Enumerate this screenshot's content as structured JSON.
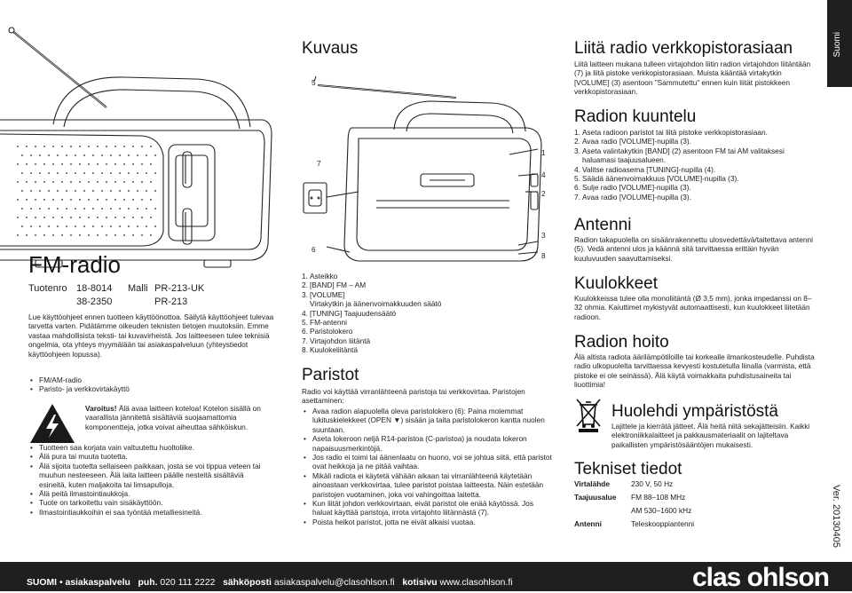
{
  "lang_tab": "Suomi",
  "left": {
    "title": "FM-radio",
    "product": {
      "prefix": "Tuotenro",
      "nums": [
        "18-8014",
        "38-2350"
      ],
      "model_label": "Malli",
      "models": [
        "PR-213-UK",
        "PR-213"
      ]
    },
    "intro": "Lue käyttöohjeet ennen tuotteen käyttöönottoa. Säilytä käyttöohjeet tulevaa tarvetta varten. Pidätämme oikeuden teknisten tietojen muutoksiin. Emme vastaa mahdollisista teksti- tai kuvavirheistä. Jos laitteeseen tulee teknisiä ongelmia, ota yhteys myymälään tai asiakaspalveluun (yhteystiedot käyttöohjeen lopussa).",
    "bullets1": [
      "FM/AM-radio",
      "Paristo- ja verkkovirtakäyttö"
    ],
    "warning_bold": "Varoitus!",
    "warning_text": " Älä avaa laitteen koteloa! Kotelon sisällä on vaarallista jännitettä sisältäviä suojaamattomia komponentteja, jotka voivat aiheuttaa sähköiskun.",
    "bullets2": [
      "Tuotteen saa korjata vain valtuutettu huoltoliike.",
      "Älä pura tai muuta tuotetta.",
      "Älä sijoita tuotetta sellaiseen paikkaan, josta se voi tippua veteen tai muuhun nesteeseen. Älä laita laitteen päälle nesteitä sisältäviä esineitä, kuten maljakoita tai limsapulloja.",
      "Älä peitä ilmastointiaukkoja.",
      "Tuote on tarkoitettu vain sisäkäyttöön.",
      "Ilmastointiaukkoihin ei saa työntää metalliesineitä."
    ]
  },
  "middle": {
    "title": "Kuvaus",
    "callouts": {
      "c1": "1",
      "c2": "2",
      "c3": "3",
      "c4": "4",
      "c5": "5",
      "c6": "6",
      "c7": "7",
      "c8": "8"
    },
    "parts": [
      {
        "n": "1.",
        "t": "Asteikko"
      },
      {
        "n": "2.",
        "t": "[BAND] FM – AM"
      },
      {
        "n": "3.",
        "t": "[VOLUME]"
      },
      {
        "n": "",
        "t": "Virtakytkin ja äänenvoimakkuuden säätö"
      },
      {
        "n": "4.",
        "t": "[TUNING] Taajuudensäätö"
      },
      {
        "n": "5.",
        "t": "FM-antenni"
      },
      {
        "n": "6.",
        "t": "Paristolokero"
      },
      {
        "n": "7.",
        "t": "Virtajohdon liitäntä"
      },
      {
        "n": "8.",
        "t": "Kuulokeliitäntä"
      }
    ],
    "batt_title": "Paristot",
    "batt_intro": "Radio voi käyttää virranlähteenä paristoja tai verkkovirtaa. Paristojen asettaminen:",
    "batt_bullets": [
      "Avaa radion alapuolella oleva paristolokero (6): Paina molemmat lukituskielekkeet (OPEN ▼) sisään ja taita paristolokeron kantta nuolen suuntaan.",
      "Aseta lokeroon neljä R14-paristoa (C-paristoa) ja noudata lokeron napaisuusmerkintöjä.",
      "Jos radio ei toimi tai äänenlaatu on huono, voi se johtua siitä, että paristot ovat heikkoja ja ne pitää vaihtaa.",
      "Mikäli radiota ei käytetä vähään aikaan tai virranlähteenä käytetään ainoastaan verkkovirtaa, tulee paristot poistaa laitteesta. Näin estetään paristojen vuotaminen, joka voi vahingoittaa laitetta.",
      "Kun liität johdon verkkovirtaan, eivät paristot ole enää käytössä. Jos haluat käyttää paristoja, irrota virtajohto liitännästä (7).",
      "Poista heikot paristot, jotta ne eivät alkaisi vuotaa."
    ]
  },
  "right": {
    "mains_title": "Liitä radio verkkopistorasiaan",
    "mains_text": "Liitä laitteen mukana tulleen virtajohdon liitin radion virtajohdon liitäntään (7) ja liitä pistoke verkkopistorasiaan. Muista kääntää virtakytkin [VOLUME] (3) asentoon ”Sammutettu” ennen kuin liität pistokkeen verkkopistorasiaan.",
    "listen_title": "Radion kuuntelu",
    "listen_steps": [
      {
        "n": "1.",
        "t": "Aseta radioon paristot tai liitä pistoke verkkopistorasiaan."
      },
      {
        "n": "2.",
        "t": "Avaa radio [VOLUME]-nupilla (3)."
      },
      {
        "n": "3.",
        "t": "Aseta valintakytkin [BAND] (2) asentoon FM tai AM valitaksesi haluamasi taajuusalueen."
      },
      {
        "n": "4.",
        "t": "Valitse radioasema [TUNING]-nupilla (4)."
      },
      {
        "n": "5.",
        "t": "Säädä äänenvoimakkuus [VOLUME]-nupilla (3)."
      },
      {
        "n": "6.",
        "t": "Sulje radio [VOLUME]-nupilla (3)."
      },
      {
        "n": "7.",
        "t": "Avaa radio [VOLUME]-nupilla (3)."
      }
    ],
    "antenna_title": "Antenni",
    "antenna_text": "Radion takapuolella on sisäänrakennettu ulosvedettävä/taitettava antenni (5). Vedä antenni ulos ja käännä sitä tarvittaessa erittäin hyvän kuuluvuuden saavuttamiseksi.",
    "phones_title": "Kuulokkeet",
    "phones_text": "Kuulokkeissa tulee olla monoliitäntä (Ø 3,5 mm), jonka impedanssi on 8–32 ohmia. Kaiuttimet mykistyvät automaattisesti, kun kuulokkeet liitetään radioon.",
    "care_title": "Radion hoito",
    "care_text": "Älä altista radiota äärilämpötiloille tai korkealle ilmankosteudelle. Puhdista radio ulkopuolelta tarvittaessa kevyesti kostutetulla liinalla (varmista, että pistoke ei ole seinässä). Älä käytä voimakkaita puhdistusaineita tai liuottimia!",
    "env_title": "Huolehdi ympäristöstä",
    "env_text": "Lajittele ja kierrätä jätteet. Älä heitä niitä sekajätteisiin. Kaikki elektroniikkalaitteet ja pakkausmateriaalit on lajiteltava paikallisten ympäristösääntöjen mukaisesti.",
    "spec_title": "Tekniset tiedot",
    "specs": [
      {
        "label": "Virtalähde",
        "value": "230 V, 50 Hz"
      },
      {
        "label": "Taajuusalue",
        "value": "FM 88–108 MHz"
      },
      {
        "label": "",
        "value": "AM 530–1600 kHz"
      },
      {
        "label": "Antenni",
        "value": "Teleskooppiantenni"
      }
    ],
    "version": "Ver. 20130405"
  },
  "footer": {
    "country": "SUOMI",
    "sep": "•",
    "service": "asiakaspalvelu",
    "phone_label": "puh.",
    "phone": "020 111 2222",
    "email_label": "sähköposti",
    "email": "asiakaspalvelu@clasohlson.fi",
    "web_label": "kotisivu",
    "web": "www.clasohlson.fi",
    "brand": "clas ohlson"
  }
}
